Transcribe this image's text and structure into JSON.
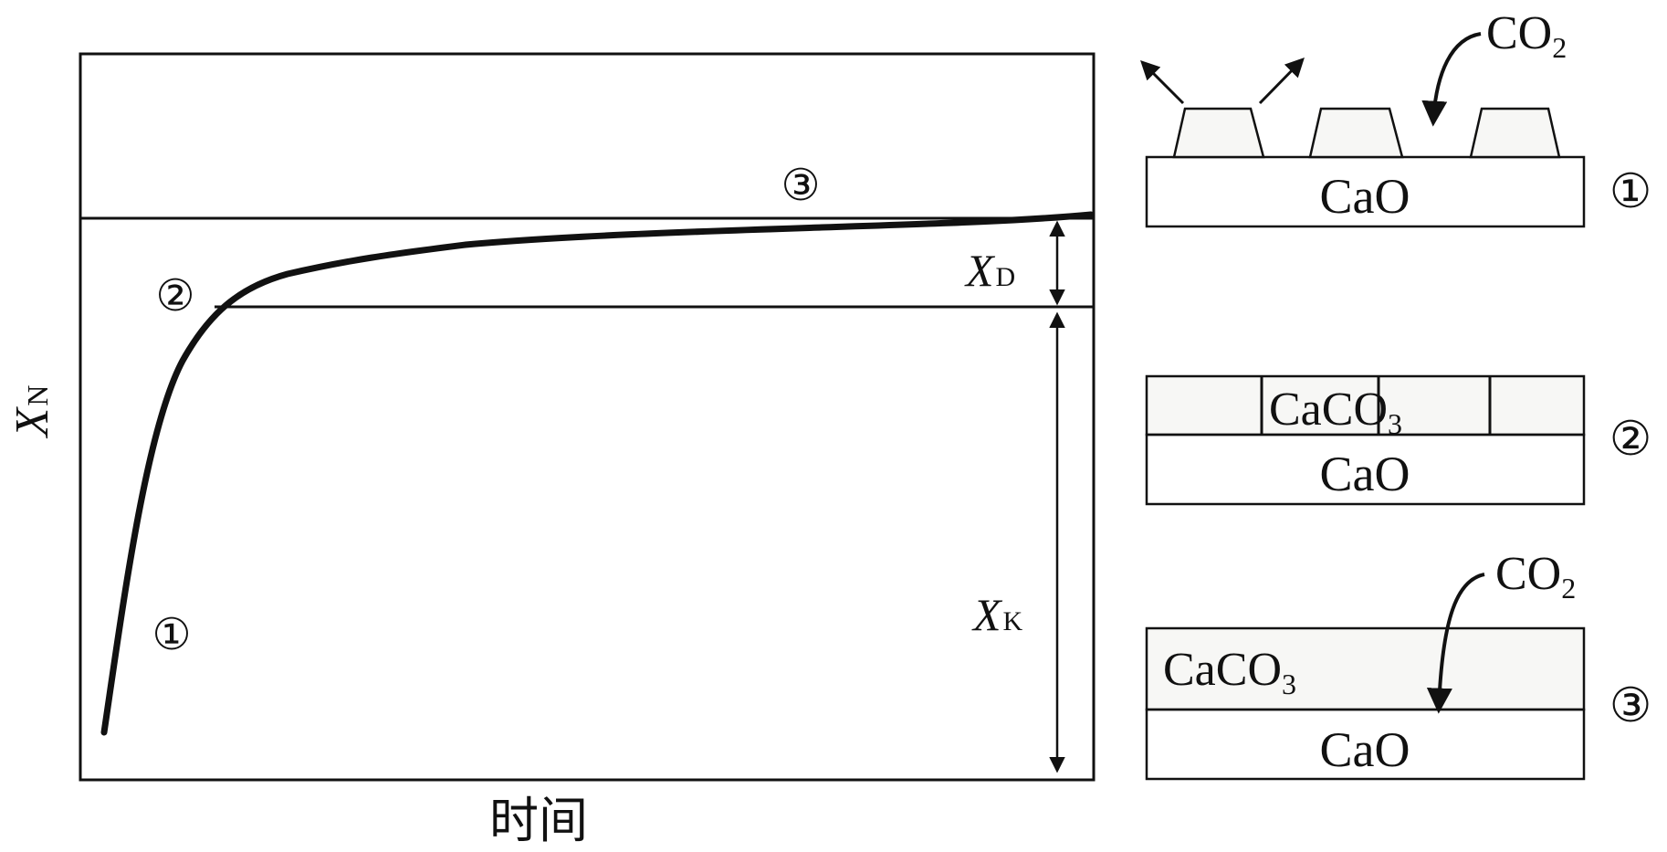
{
  "graph": {
    "y_axis_label": {
      "main": "X",
      "sub": "N"
    },
    "x_axis_label": "时间",
    "stage_markers": [
      "①",
      "②",
      "③"
    ],
    "dim_labels": {
      "xd": {
        "main": "X",
        "sub": "D"
      },
      "xk": {
        "main": "X",
        "sub": "K"
      }
    }
  },
  "schematics": [
    {
      "stage": "①",
      "top_label": "",
      "bottom_label": "CaO",
      "gas": {
        "main": "CO",
        "sub": "2"
      }
    },
    {
      "stage": "②",
      "top_label": {
        "main": "CaCO",
        "sub": "3"
      },
      "bottom_label": "CaO"
    },
    {
      "stage": "③",
      "top_label": {
        "main": "CaCO",
        "sub": "3"
      },
      "bottom_label": "CaO",
      "gas": {
        "main": "CO",
        "sub": "2"
      }
    }
  ],
  "colors": {
    "ink": "#111111",
    "island_fill": "#f7f7f5",
    "background": "#ffffff"
  },
  "icons": [
    "arrow-up-left-icon",
    "arrow-up-right-icon",
    "curved-arrow-down-icon"
  ]
}
